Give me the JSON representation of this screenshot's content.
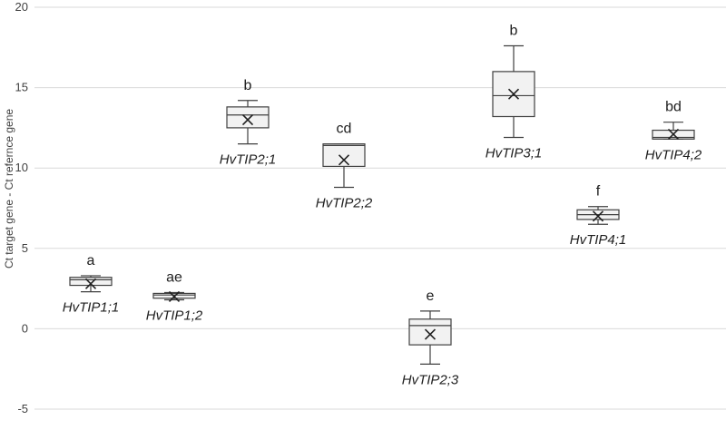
{
  "chart_data": {
    "type": "box",
    "title": "",
    "xlabel": "",
    "ylabel": "Ct target gene - Ct refernce gene",
    "ylim": [
      -5,
      20
    ],
    "yticks": [
      "-5",
      "0",
      "5",
      "10",
      "15",
      "20"
    ],
    "grid": true,
    "legend": "none",
    "colors": {
      "box_fill": "#f2f2f2",
      "box_stroke": "#404040",
      "grid": "#d9d9d9",
      "text": "#202020"
    },
    "series": [
      {
        "name": "HvTIP1;1",
        "letter": "a",
        "min": 2.3,
        "q1": 2.7,
        "median": 3.05,
        "q3": 3.2,
        "max": 3.3,
        "mean": 2.8,
        "label_pos": "below"
      },
      {
        "name": "HvTIP1;2",
        "letter": "ae",
        "min": 1.8,
        "q1": 1.9,
        "median": 2.1,
        "q3": 2.2,
        "max": 2.25,
        "mean": 2.0,
        "label_pos": "below"
      },
      {
        "name": "HvTIP2;1",
        "letter": "b",
        "min": 11.5,
        "q1": 12.5,
        "median": 13.3,
        "q3": 13.8,
        "max": 14.2,
        "mean": 13.0,
        "label_pos": "below"
      },
      {
        "name": "HvTIP2;2",
        "letter": "cd",
        "min": 8.8,
        "q1": 10.1,
        "median": 11.4,
        "q3": 11.5,
        "max": 11.5,
        "mean": 10.5,
        "label_pos": "below"
      },
      {
        "name": "HvTIP2;3",
        "letter": "e",
        "min": -2.2,
        "q1": -1.0,
        "median": 0.2,
        "q3": 0.6,
        "max": 1.1,
        "mean": -0.35,
        "label_pos": "below"
      },
      {
        "name": "HvTIP3;1",
        "letter": "b",
        "min": 11.9,
        "q1": 13.2,
        "median": 14.5,
        "q3": 16.0,
        "max": 17.6,
        "mean": 14.6,
        "label_pos": "below"
      },
      {
        "name": "HvTIP4;1",
        "letter": "f",
        "min": 6.5,
        "q1": 6.8,
        "median": 7.1,
        "q3": 7.4,
        "max": 7.6,
        "mean": 7.0,
        "label_pos": "below"
      },
      {
        "name": "HvTIP4;2",
        "letter": "bd",
        "min": 11.8,
        "q1": 11.8,
        "median": 11.9,
        "q3": 12.35,
        "max": 12.85,
        "mean": 12.1,
        "label_pos": "below"
      }
    ]
  }
}
